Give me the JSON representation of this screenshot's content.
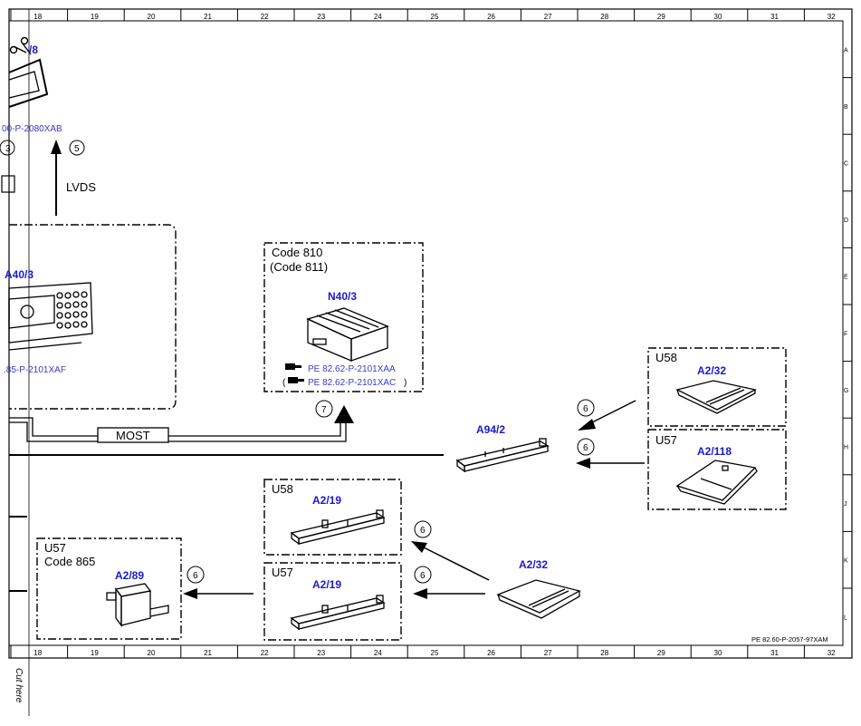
{
  "ruler": {
    "columns": [
      "18",
      "19",
      "20",
      "21",
      "22",
      "23",
      "24",
      "25",
      "26",
      "27",
      "28",
      "29",
      "30",
      "31",
      "32"
    ],
    "rows": [
      "A",
      "B",
      "C",
      "D",
      "E",
      "F",
      "G",
      "H",
      "J",
      "K",
      "L"
    ]
  },
  "drawing_ref": "PE 82.60-P-2057-97XAM",
  "cut_label": "Cut here",
  "top_left": {
    "partial_ref": "/8",
    "doc_link": "00-P-2080XAB",
    "callout_left": "3",
    "callout": "5",
    "signal": "LVDS"
  },
  "head_unit": {
    "label": "A40/3",
    "doc_link": ".85-P-2101XAF"
  },
  "amp_box": {
    "code1": "Code 810",
    "code2": "(Code 811)",
    "part": "N40/3",
    "doc_link1": "PE 82.62-P-2101XAA",
    "doc_link2_open": "(",
    "doc_link2": "PE 82.62-P-2101XAC",
    "doc_link2_close": ")",
    "callout": "7"
  },
  "bus": {
    "label": "MOST"
  },
  "receiver": {
    "part": "A94/2"
  },
  "antenna_box_right_top": {
    "variant": "U58",
    "part": "A2/32",
    "callout": "6"
  },
  "antenna_box_right_bottom": {
    "variant": "U57",
    "part": "A2/118",
    "callout": "6"
  },
  "tuner_box_top": {
    "variant": "U58",
    "part": "A2/19",
    "callout": "6"
  },
  "tuner_box_bottom": {
    "variant": "U57",
    "part": "A2/19",
    "callout": "6"
  },
  "antenna_bottom": {
    "part": "A2/32"
  },
  "module_box": {
    "variant": "U57",
    "code": "Code 865",
    "part": "A2/89",
    "callout": "6"
  },
  "colors": {
    "link_blue": "#1a1acc",
    "line": "#000000"
  }
}
